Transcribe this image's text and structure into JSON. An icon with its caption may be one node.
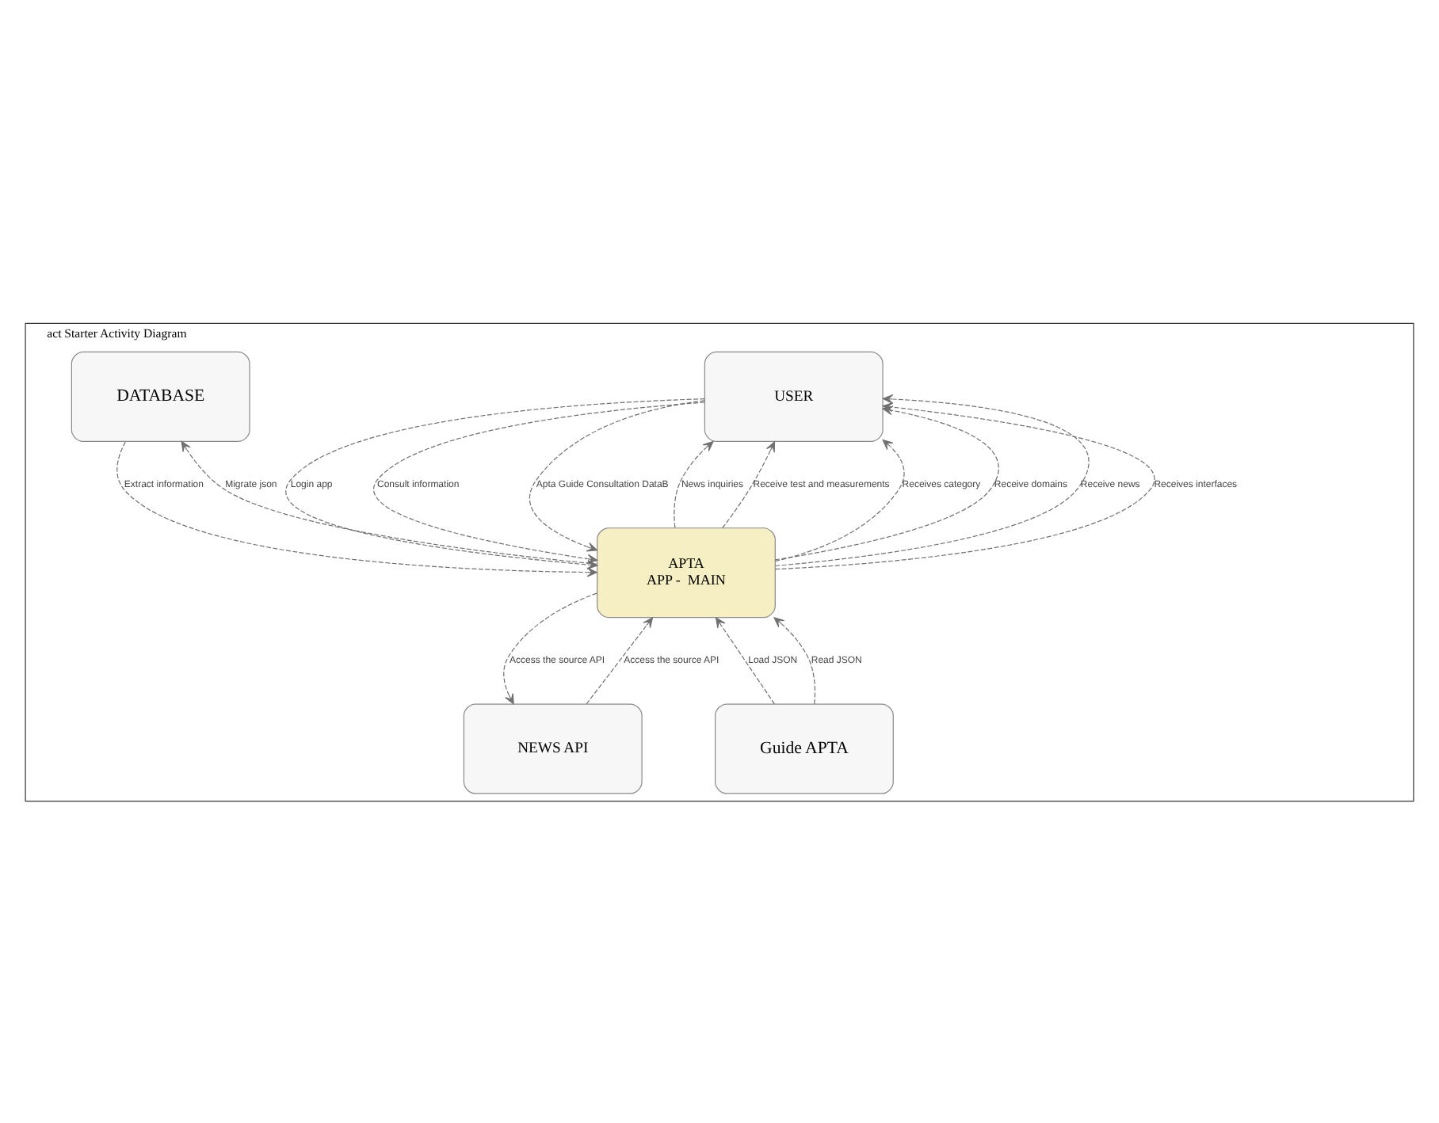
{
  "diagram": {
    "nodes": [
      {
        "text": [
          "act Starter Activity Diagram"
        ]
      },
      {
        "text": [
          "USER"
        ],
        "in": 0
      },
      {
        "text": [
          "DATABASE"
        ],
        "in": 0
      },
      {
        "text": [
          "APTA",
          "APP -  MAIN"
        ],
        "in": 0
      },
      {
        "text": [
          "NEWS API"
        ],
        "in": 0
      },
      {
        "text": [
          "Guide APTA"
        ],
        "in": 0
      }
    ],
    "edges": [
      {
        "from": 3,
        "to": 1,
        "arrow": "to",
        "label": "News inquiries",
        "style": "dashed"
      },
      {
        "from": 3,
        "to": 1,
        "arrow": "to",
        "label": "Receive test and measurements",
        "style": "dashed"
      },
      {
        "from": 3,
        "to": 1,
        "arrow": "to",
        "label": "Receives category",
        "style": "dashed"
      },
      {
        "from": 3,
        "to": 1,
        "arrow": "to",
        "label": "Receive domains",
        "style": "dashed"
      },
      {
        "from": 1,
        "to": 3,
        "arrow": "to",
        "label": "Login app",
        "style": "dashed"
      },
      {
        "from": 3,
        "to": 1,
        "arrow": "to",
        "label": "Receive news",
        "style": "dashed"
      },
      {
        "from": 1,
        "to": 3,
        "arrow": "to",
        "label": "Consult information",
        "style": "dashed"
      },
      {
        "from": 3,
        "to": 1,
        "arrow": "to",
        "label": "Receives interfaces",
        "style": "dashed"
      },
      {
        "from": 1,
        "to": 3,
        "arrow": "to",
        "label": "Apta Guide Consultation DataB",
        "style": "dashed"
      },
      {
        "from": 3,
        "to": 2,
        "arrow": "to",
        "label": "Migrate json",
        "style": "dashed"
      },
      {
        "from": 2,
        "to": 3,
        "arrow": "to",
        "label": "Extract information",
        "style": "dashed"
      },
      {
        "from": 5,
        "to": 3,
        "arrow": "to",
        "label": "Load JSON",
        "style": "dashed"
      },
      {
        "from": 4,
        "to": 3,
        "arrow": "to",
        "label": "Access the source API",
        "style": "dashed"
      },
      {
        "from": 3,
        "to": 4,
        "arrow": "to",
        "label": "Access the source API",
        "style": "dashed"
      },
      {
        "from": 5,
        "to": 3,
        "arrow": "to",
        "label": "Read JSON",
        "style": "dashed"
      }
    ]
  }
}
